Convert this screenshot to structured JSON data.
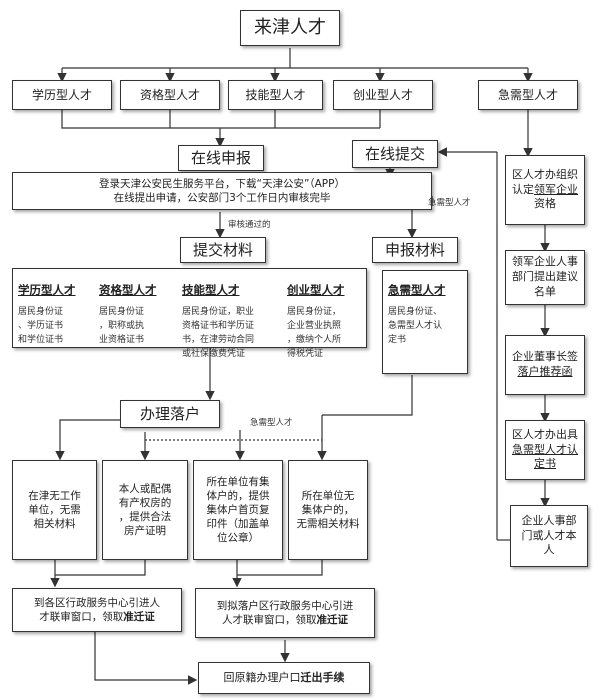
{
  "title": "来津人才",
  "talent_types": [
    "学历型人才",
    "资格型人才",
    "技能型人才",
    "创业型人才"
  ],
  "urgent_type": "急需型人才",
  "online_apply": "在线申报",
  "online_submit": "在线提交",
  "apply_desc_line1": "登录天津公安民生服务平台，下载“天津公安”（APP）",
  "apply_desc_line2": "在线提出申请，公安部门3个工作日内审核完毕",
  "label_urgent_1": "急需型人才",
  "label_approved": "审核通过的",
  "submit_materials": "提交材料",
  "report_materials": "申报材料",
  "materials": [
    {
      "title": "学历型人才",
      "body": [
        "居民身份证",
        "、学历证书",
        "和学位证书"
      ]
    },
    {
      "title": "资格型人才",
      "body": [
        "居民身份证",
        "，职称或执",
        "业资格证书"
      ]
    },
    {
      "title": "技能型人才",
      "body": [
        "居民身份证，职业",
        "资格证书和学历证",
        "书，在津劳动合同",
        "或社保缴费凭证"
      ]
    },
    {
      "title": "创业型人才",
      "body": [
        "居民身份证，",
        "企业营业执照",
        "，缴纳个人所",
        "得税凭证"
      ]
    }
  ],
  "urgent_material": {
    "title": "急需型人才",
    "body": [
      "居民身份证、",
      "急需型人才认",
      "定书"
    ]
  },
  "right_steps": [
    {
      "pre": "区人才办组织认定",
      "em": "领军企业",
      "post": "资格"
    },
    {
      "pre": "领军企业人事部门提出建议名单",
      "em": "",
      "post": ""
    },
    {
      "pre": "企业董事长签",
      "em": "落户推荐函",
      "post": ""
    },
    {
      "pre": "区人才办出具",
      "em": "急需型人才认定书",
      "post": ""
    },
    {
      "pre": "企业人事部门或人才本人",
      "em": "",
      "post": ""
    }
  ],
  "settle": "办理落户",
  "label_urgent_2": "急需型人才",
  "settle_options": [
    [
      "在津无工作",
      "单位，无需",
      "相关材料"
    ],
    [
      "本人或配偶",
      "有产权房的",
      "，提供合法",
      "房产证明"
    ],
    [
      "所在单位有集",
      "体户的，提供",
      "集体户首页复",
      "印件（加盖单",
      "位公章）"
    ],
    [
      "所在单位无",
      "集体户的，",
      "无需相关材料"
    ]
  ],
  "district_center": {
    "line1": "到各区行政服务中心引进人",
    "line2_pre": "才联审窗口，领取",
    "em": "准迁证"
  },
  "settle_center": {
    "line1": "到拟落户区行政服务中心引进",
    "line2_pre": "人才联审窗口，领取",
    "em": "准迁证"
  },
  "final": {
    "pre": "回原籍办理户口",
    "em": "迁出手续"
  }
}
